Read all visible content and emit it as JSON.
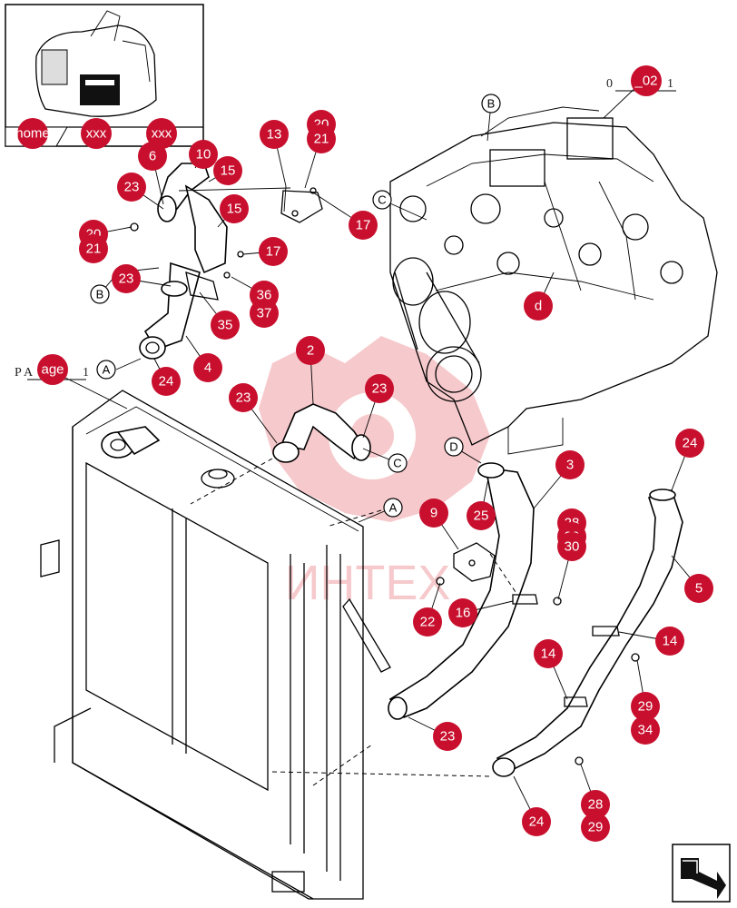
{
  "thumbnail": {
    "tabs": [
      {
        "label": "home",
        "color": "#c8102e"
      },
      {
        "label": "xxx",
        "color": "#c8102e"
      },
      {
        "label": "xxx",
        "color": "#c8102e"
      }
    ]
  },
  "page_refs": {
    "engine_ref": {
      "prefix": "0",
      "label": "_02",
      "suffix": "1"
    },
    "radiator_ref": {
      "prefix": "P A",
      "label": "age",
      "suffix": "1"
    }
  },
  "callout_color": "#c8102e",
  "callouts": [
    {
      "id": "c13",
      "label": "13"
    },
    {
      "id": "c20a",
      "label": "20"
    },
    {
      "id": "c21a",
      "label": "21"
    },
    {
      "id": "c6",
      "label": "6"
    },
    {
      "id": "c10",
      "label": "10"
    },
    {
      "id": "c15a",
      "label": "15"
    },
    {
      "id": "c23a",
      "label": "23"
    },
    {
      "id": "c15b",
      "label": "15"
    },
    {
      "id": "c17a",
      "label": "17"
    },
    {
      "id": "c20b",
      "label": "20"
    },
    {
      "id": "c21b",
      "label": "21"
    },
    {
      "id": "c17b",
      "label": "17"
    },
    {
      "id": "c23b",
      "label": "23"
    },
    {
      "id": "c36",
      "label": "36"
    },
    {
      "id": "c37",
      "label": "37"
    },
    {
      "id": "c35",
      "label": "35"
    },
    {
      "id": "c4",
      "label": "4"
    },
    {
      "id": "c24a",
      "label": "24"
    },
    {
      "id": "c2",
      "label": "2"
    },
    {
      "id": "c23c",
      "label": "23"
    },
    {
      "id": "c23d",
      "label": "23"
    },
    {
      "id": "cd",
      "label": "d"
    },
    {
      "id": "c3",
      "label": "3"
    },
    {
      "id": "c24b",
      "label": "24"
    },
    {
      "id": "c25",
      "label": "25"
    },
    {
      "id": "c9",
      "label": "9"
    },
    {
      "id": "c28a",
      "label": "28"
    },
    {
      "id": "c29a",
      "label": "29"
    },
    {
      "id": "c30",
      "label": "30"
    },
    {
      "id": "c5",
      "label": "5"
    },
    {
      "id": "c16",
      "label": "16"
    },
    {
      "id": "c22",
      "label": "22"
    },
    {
      "id": "c14a",
      "label": "14"
    },
    {
      "id": "c14b",
      "label": "14"
    },
    {
      "id": "c29b",
      "label": "29"
    },
    {
      "id": "c34",
      "label": "34"
    },
    {
      "id": "c23e",
      "label": "23"
    },
    {
      "id": "c28b",
      "label": "28"
    },
    {
      "id": "c29c",
      "label": "29"
    },
    {
      "id": "c24c",
      "label": "24"
    }
  ],
  "connector_letters": [
    {
      "id": "B1",
      "label": "B"
    },
    {
      "id": "C1",
      "label": "C"
    },
    {
      "id": "B2",
      "label": "B"
    },
    {
      "id": "A1",
      "label": "A"
    },
    {
      "id": "C2",
      "label": "C"
    },
    {
      "id": "D1",
      "label": "D"
    },
    {
      "id": "A2",
      "label": "A"
    }
  ],
  "watermark": {
    "text": "ИНТЕХ",
    "color": "#e0404a"
  },
  "nav": {
    "icon": "return-arrow-icon"
  }
}
